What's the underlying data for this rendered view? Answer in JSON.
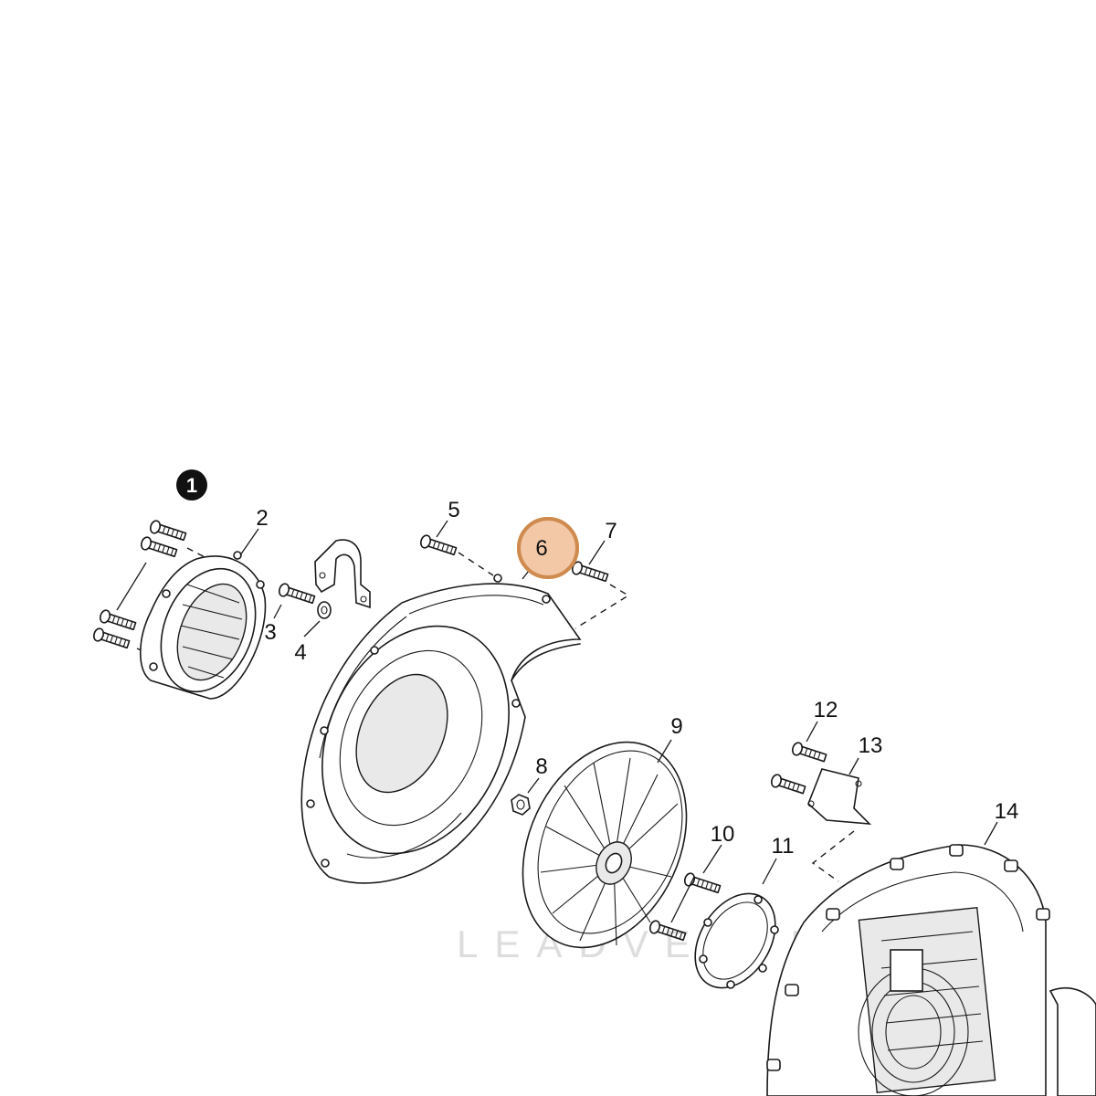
{
  "callouts": {
    "c1": "1",
    "c2": "2",
    "c3": "3",
    "c4": "4",
    "c5": "5",
    "c6": "6",
    "c7": "7",
    "c8": "8",
    "c9": "9",
    "c10": "10",
    "c11": "11",
    "c12": "12",
    "c13": "13",
    "c14": "14"
  },
  "highlight": {
    "part": "6",
    "fill_color": "#f2c8a6",
    "stroke_color": "#cf8a4e"
  },
  "first_callout_color": "#111111",
  "watermark": "LEADVENTURE"
}
